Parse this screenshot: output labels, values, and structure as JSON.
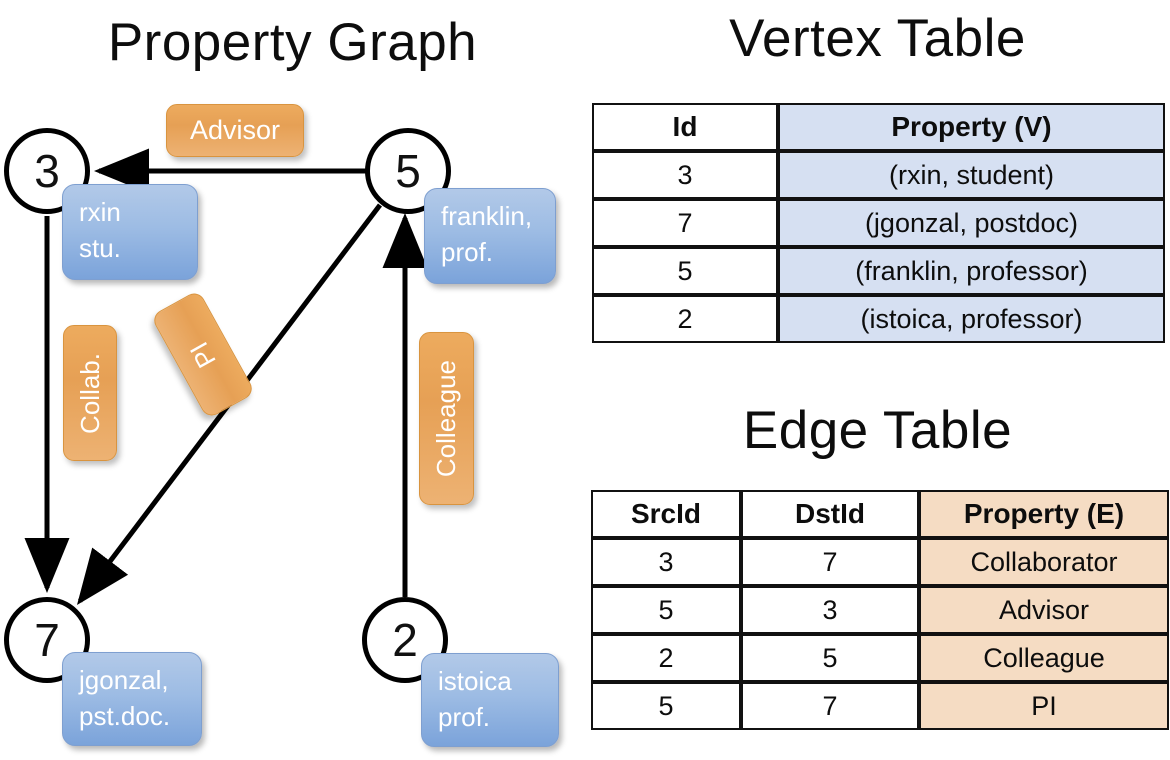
{
  "titles": {
    "property_graph": "Property Graph",
    "vertex_table": "Vertex Table",
    "edge_table": "Edge Table"
  },
  "colors": {
    "node_stroke": "#000000",
    "vertex_property_fill": "#d6e0f2",
    "edge_property_fill": "#f5dcc3",
    "property_box_blue": "#9dbce4",
    "label_box_orange": "#e6a055",
    "background": "#ffffff"
  },
  "graph": {
    "nodes": [
      {
        "id": "3",
        "property_label": "rxin\nstu.",
        "property_line1": "rxin",
        "property_line2": "stu."
      },
      {
        "id": "5",
        "property_label": "franklin,\nprof.",
        "property_line1": "franklin,",
        "property_line2": "prof."
      },
      {
        "id": "7",
        "property_label": "jgonzal,\npst.doc.",
        "property_line1": "jgonzal,",
        "property_line2": "pst.doc."
      },
      {
        "id": "2",
        "property_label": "istoica\nprof.",
        "property_line1": "istoica",
        "property_line2": "prof."
      }
    ],
    "edge_labels": [
      {
        "name": "advisor",
        "text": "Advisor"
      },
      {
        "name": "collab",
        "text": "Collab."
      },
      {
        "name": "pi",
        "text": "PI"
      },
      {
        "name": "colleague",
        "text": "Colleague"
      }
    ],
    "edges": [
      {
        "src": "5",
        "dst": "3",
        "label": "Advisor"
      },
      {
        "src": "3",
        "dst": "7",
        "label": "Collab."
      },
      {
        "src": "5",
        "dst": "7",
        "label": "PI"
      },
      {
        "src": "2",
        "dst": "5",
        "label": "Colleague"
      }
    ]
  },
  "vertex_table": {
    "headers": [
      "Id",
      "Property (V)"
    ],
    "rows": [
      {
        "id": "3",
        "property": "(rxin, student)"
      },
      {
        "id": "7",
        "property": "(jgonzal, postdoc)"
      },
      {
        "id": "5",
        "property": "(franklin, professor)"
      },
      {
        "id": "2",
        "property": "(istoica, professor)"
      }
    ]
  },
  "edge_table": {
    "headers": [
      "SrcId",
      "DstId",
      "Property (E)"
    ],
    "rows": [
      {
        "src": "3",
        "dst": "7",
        "property": "Collaborator"
      },
      {
        "src": "5",
        "dst": "3",
        "property": "Advisor"
      },
      {
        "src": "2",
        "dst": "5",
        "property": "Colleague"
      },
      {
        "src": "5",
        "dst": "7",
        "property": "PI"
      }
    ]
  }
}
